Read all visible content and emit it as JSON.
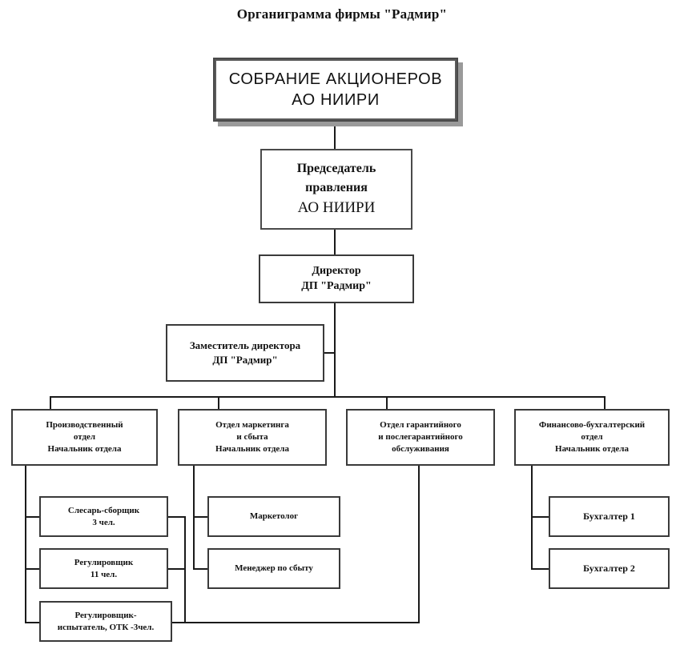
{
  "title": "Органиграмма фирмы \"Радмир\"",
  "nodes": {
    "shareholders": {
      "line1": "СОБРАНИЕ АКЦИОНЕРОВ",
      "line2": "АО НИИРИ"
    },
    "chairman": {
      "line1": "Председатель",
      "line2": "правления",
      "line3": "АО НИИРИ"
    },
    "director": {
      "line1": "Директор",
      "line2": "ДП \"Радмир\""
    },
    "deputy": {
      "line1": "Заместитель директора",
      "line2": "ДП \"Радмир\""
    }
  },
  "departments": [
    {
      "line1": "Производственный",
      "line2": "отдел",
      "line3": "Начальник отдела"
    },
    {
      "line1": "Отдел маркетинга",
      "line2": "и сбыта",
      "line3": "Начальник отдела"
    },
    {
      "line1": "Отдел гарантийного",
      "line2": "и послегарантийного",
      "line3": "обслуживания"
    },
    {
      "line1": "Финансово-бухгалтерский",
      "line2": "отдел",
      "line3": "Начальник отдела"
    }
  ],
  "production_staff": [
    {
      "line1": "Слесарь-сборщик",
      "line2": "3 чел."
    },
    {
      "line1": "Регулировщик",
      "line2": "11 чел."
    },
    {
      "line1": "Регулировщик-",
      "line2": "испытатель, ОТК -3чел."
    }
  ],
  "marketing_staff": [
    {
      "line1": "Маркетолог",
      "line2": ""
    },
    {
      "line1": "Менеджер по сбыту",
      "line2": ""
    }
  ],
  "finance_staff": [
    {
      "line1": "Бухгалтер 1",
      "line2": ""
    },
    {
      "line1": "Бухгалтер 2",
      "line2": ""
    }
  ],
  "colors": {
    "border": "#3a3a3a",
    "line": "#1a1a1a",
    "shadow": "#9a9a9a",
    "background": "#ffffff",
    "text": "#111111"
  }
}
